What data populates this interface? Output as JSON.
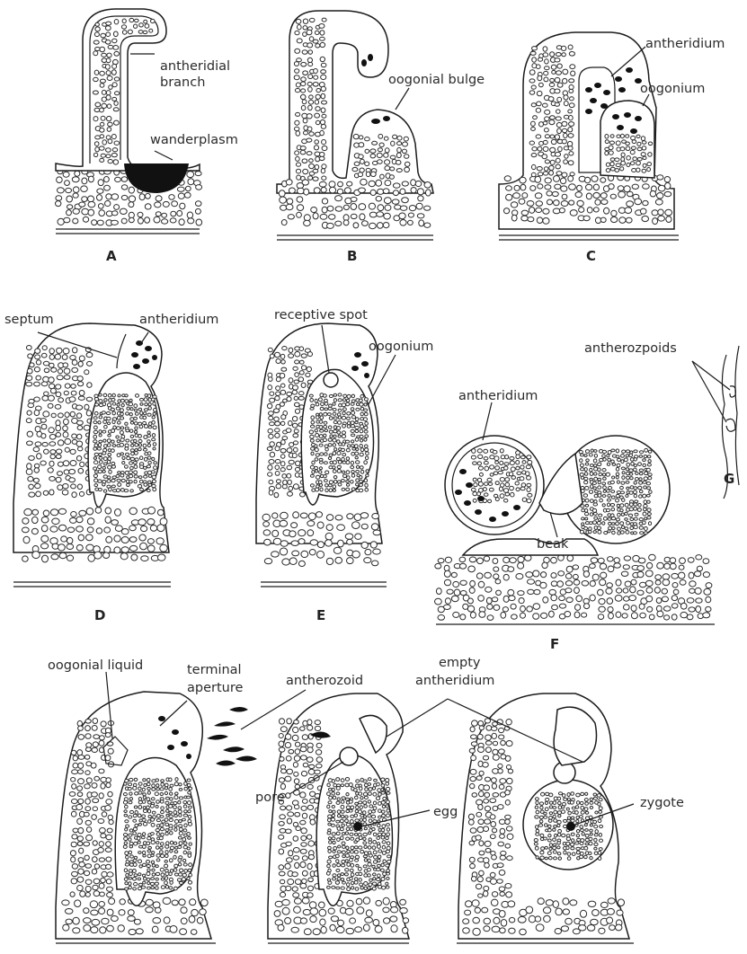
{
  "panels": [
    "A",
    "B",
    "C",
    "D",
    "E",
    "F",
    "G"
  ],
  "labels": {
    "antheridial_branch_1": "antheridial",
    "antheridial_branch_2": "branch",
    "wanderplasm": "wanderplasm",
    "oogonial_bulge": "oogonial bulge",
    "antheridium_c": "antheridium",
    "oogonium_c": "oogonium",
    "septum": "septum",
    "antheridium_d": "antheridium",
    "receptive_spot": "receptive spot",
    "oogonium_e": "oogonium",
    "antherozpoids": "antherozpoids",
    "antheridium_f": "antheridium",
    "beak": "beak",
    "oogonial_liquid": "oogonial liquid",
    "terminal_aperture_1": "terminal",
    "terminal_aperture_2": "aperture",
    "antherozoid": "antherozoid",
    "empty_antheridium_1": "empty",
    "empty_antheridium_2": "antheridium",
    "pore": "pore",
    "egg": "egg",
    "zygote": "zygote"
  },
  "colors": {
    "ink": "#1c1c1c",
    "fill": "#ffffff",
    "dark": "#111111"
  }
}
